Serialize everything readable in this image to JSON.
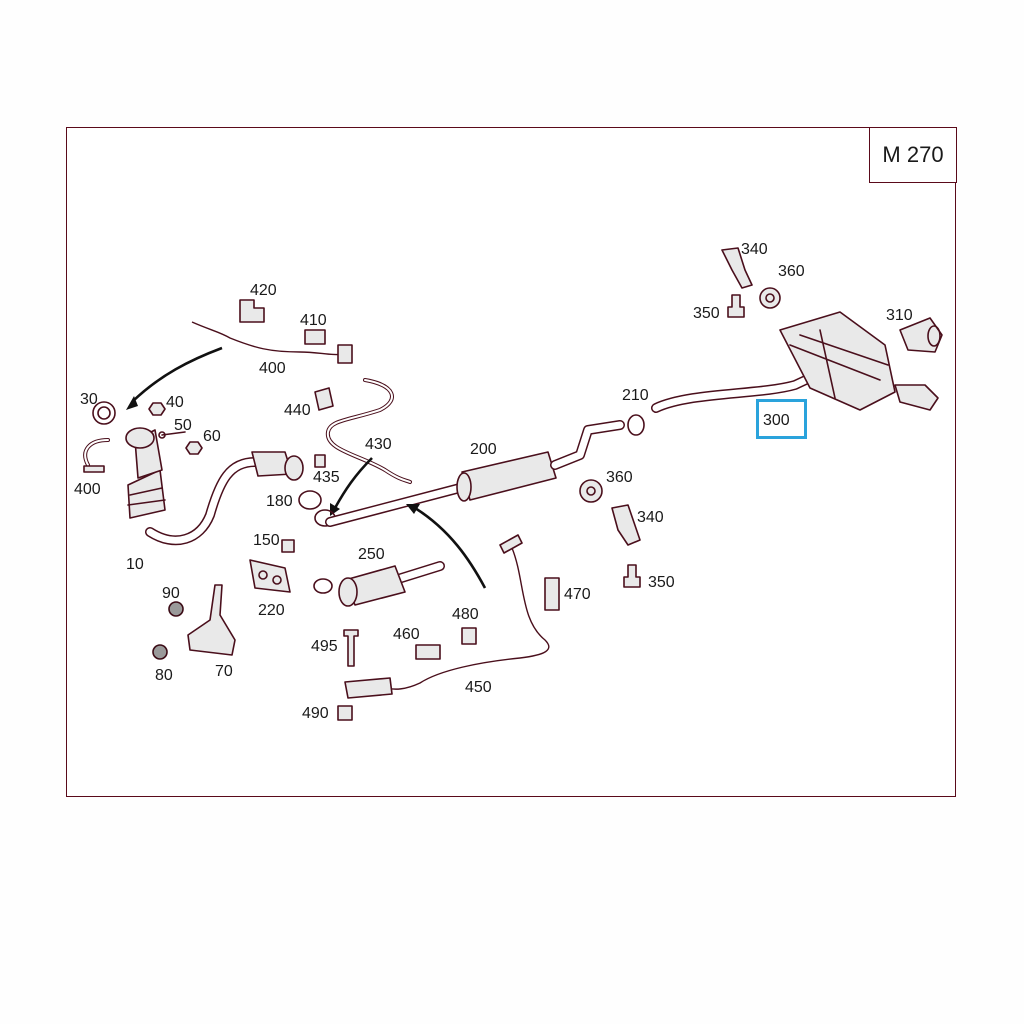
{
  "model": "M 270",
  "highlighted_part": "300",
  "accent_color": "#2aa3dc",
  "line_color": "#4a0f1c",
  "labels": {
    "p10": "10",
    "p30": "30",
    "p40": "40",
    "p50": "50",
    "p60": "60",
    "p70": "70",
    "p80": "80",
    "p90": "90",
    "p150": "150",
    "p180": "180",
    "p200": "200",
    "p210": "210",
    "p220": "220",
    "p250": "250",
    "p300": "300",
    "p310": "310",
    "p340a": "340",
    "p340b": "340",
    "p350a": "350",
    "p350b": "350",
    "p360a": "360",
    "p360b": "360",
    "p400a": "400",
    "p400b": "400",
    "p410": "410",
    "p420": "420",
    "p430": "430",
    "p435": "435",
    "p440": "440",
    "p450": "450",
    "p460": "460",
    "p470": "470",
    "p480": "480",
    "p490": "490",
    "p495": "495"
  }
}
